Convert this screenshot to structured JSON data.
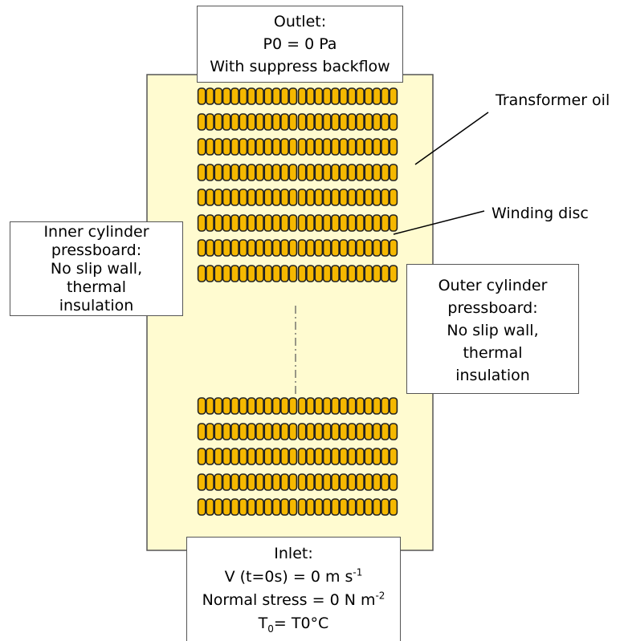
{
  "outlet": {
    "title": "Outlet:",
    "line1": "P0 = 0 Pa",
    "line2": "With suppress backflow"
  },
  "inlet": {
    "title": "Inlet:",
    "velocity_prefix": "V (t=0s) = 0 m s",
    "velocity_exp": "-1",
    "stress_prefix": "Normal stress = 0 N m",
    "stress_exp": "-2",
    "temp_base": "T",
    "temp_sub": "0",
    "temp_value": "= T0°C"
  },
  "inner_cylinder": {
    "lines": [
      "Inner cylinder",
      "pressboard:",
      "No slip wall,",
      "thermal",
      "insulation"
    ]
  },
  "outer_cylinder": {
    "lines": [
      "Outer cylinder",
      "pressboard:",
      "No slip wall,",
      "thermal",
      "insulation"
    ]
  },
  "callouts": {
    "transformer_oil": "Transformer oil",
    "winding_disc": "Winding disc"
  },
  "colors": {
    "oil_fill": "#fffbd0",
    "disc_fill": "#f5b800",
    "outline": "#222222"
  },
  "winding": {
    "columns": 2,
    "conductors_per_disc": 12,
    "upper_discs": 8,
    "lower_discs": 5
  }
}
